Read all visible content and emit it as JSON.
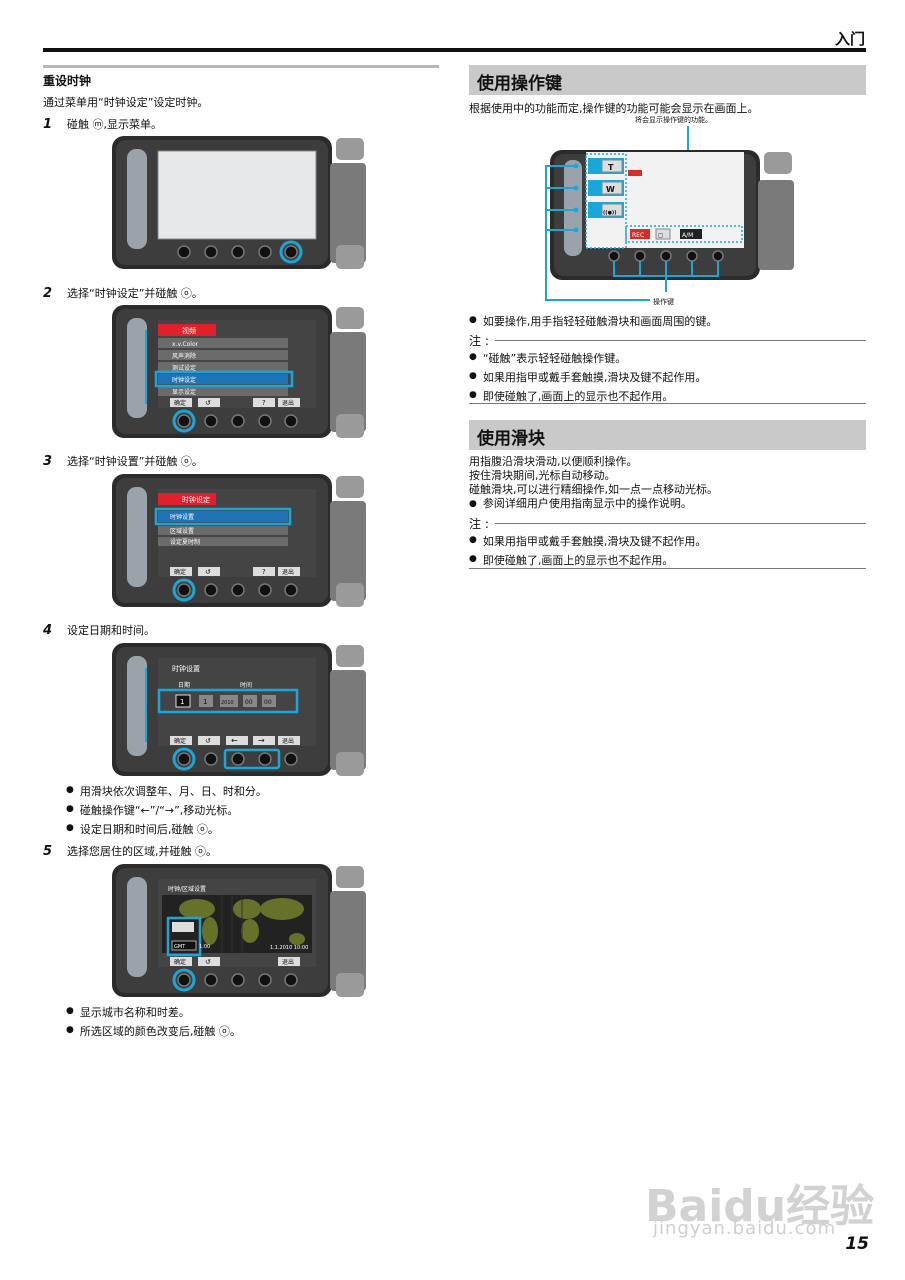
{
  "header": {
    "chapter": "入门",
    "page_number": "15"
  },
  "left": {
    "title": "重设时钟",
    "intro": "通过菜单用“时钟设定”设定时钟。",
    "steps": [
      {
        "num": "1",
        "text": "碰触 ⓜ,显示菜单。"
      },
      {
        "num": "2",
        "text": "选择“时钟设定”并碰触 ⓞ。"
      },
      {
        "num": "3",
        "text": "选择“时钟设置”并碰触 ⓞ。"
      },
      {
        "num": "4",
        "text": "设定日期和时间。"
      },
      {
        "num": "5",
        "text": "选择您居住的区域,并碰触 ⓞ。"
      }
    ],
    "step4_bullets": [
      "用滑块依次调整年、月、日、时和分。",
      "碰触操作键“←”/“→”,移动光标。",
      "设定日期和时间后,碰触 ⓞ。"
    ],
    "step5_bullets": [
      "显示城市名称和时差。",
      "所选区域的颜色改变后,碰触 ⓞ。"
    ]
  },
  "screens": {
    "menu_s2": [
      "视频",
      "x.v.Color",
      "风声消除",
      "测试设定",
      "时钟设定",
      "显示设定"
    ],
    "menu_s3_title": "时钟设定",
    "menu_s3": [
      "时钟设置",
      "区域设置",
      "设定夏时制"
    ],
    "s4_title": "时钟设置",
    "s4_date_label": "日期",
    "s4_time_label": "时间",
    "s4_fields": [
      "1",
      "1",
      "2010",
      "00",
      "00"
    ],
    "s5_title": "时钟/区域设置",
    "s5_city": "GMT",
    "s5_offset": "1:00",
    "s5_datetime": "1.1.2010 10:00",
    "btn_ok": "确定",
    "btn_help": "?",
    "btn_exit": "退出",
    "btn_back": "↺",
    "btn_left": "←",
    "btn_right": "→"
  },
  "right": {
    "sec1_title": "使用操作键",
    "sec1_intro": "根据使用中的功能而定,操作键的功能可能会显示在画面上。",
    "diagram_top_label": "将会显示操作键的功能。",
    "diagram_bottom_label": "操作键",
    "diagram_keys": [
      "T",
      "W",
      "((●))",
      "REC",
      "◻",
      "A/M"
    ],
    "sec1_bullet": "如要操作,用手指轻轻碰触滑块和画面周围的键。",
    "note_label": "注 :",
    "sec1_notes": [
      "“碰触”表示轻轻碰触操作键。",
      "如果用指甲或戴手套触摸,滑块及键不起作用。",
      "即使碰触了,画面上的显示也不起作用。"
    ],
    "sec2_title": "使用滑块",
    "sec2_lines": [
      "用指腹沿滑块滑动,以便顺利操作。",
      "按住滑块期间,光标自动移动。",
      "碰触滑块,可以进行精细操作,如一点一点移动光标。"
    ],
    "sec2_bullet": "参阅详细用户使用指南显示中的操作说明。",
    "sec2_notes": [
      "如果用指甲或戴手套触摸,滑块及键不起作用。",
      "即使碰触了,画面上的显示也不起作用。"
    ]
  },
  "watermark": {
    "brand": "Baidu经验",
    "url": "jingyan.baidu.com"
  }
}
